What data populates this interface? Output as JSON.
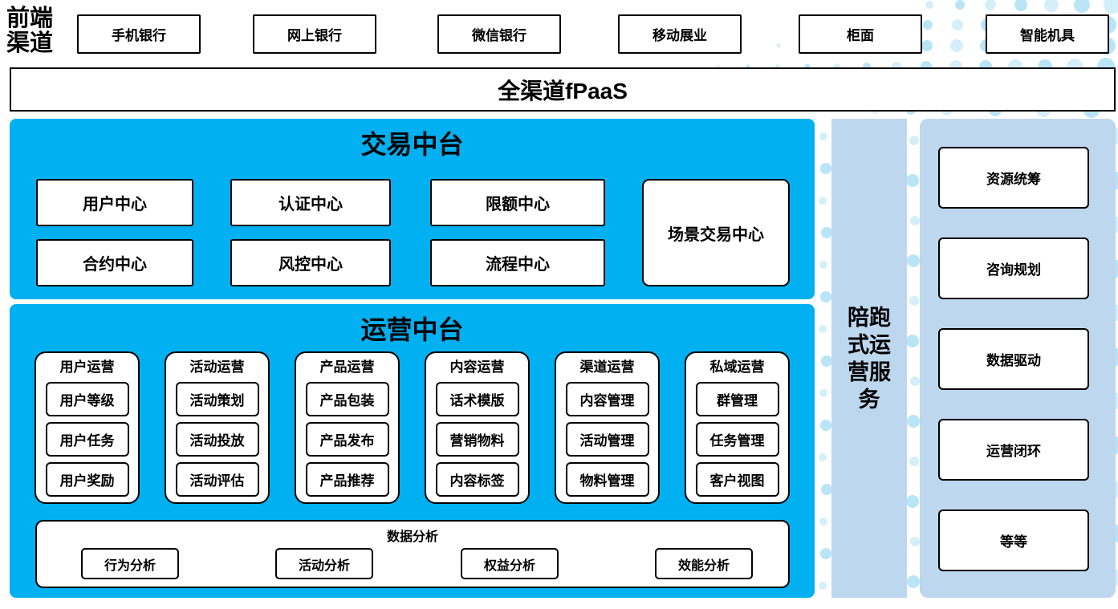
{
  "colors": {
    "platform_blue": "#00b0f0",
    "service_light_blue": "#bdd7ee",
    "dot_light": "#d5effa",
    "dot_medium": "#b9e5f7",
    "border": "#000000"
  },
  "front_channels": {
    "label_lines": [
      "前端",
      "渠道"
    ],
    "items": [
      "手机银行",
      "网上银行",
      "微信银行",
      "移动展业",
      "柜面",
      "智能机具"
    ]
  },
  "fpaas_bar": {
    "label": "全渠道fPaaS"
  },
  "trade_platform": {
    "title": "交易中台",
    "centers_row1": [
      "用户中心",
      "认证中心",
      "限额中心"
    ],
    "centers_row2": [
      "合约中心",
      "风控中心",
      "流程中心"
    ],
    "scene_center": "场景交易中心"
  },
  "ops_platform": {
    "title": "运营中台",
    "columns": [
      {
        "title": "用户运营",
        "items": [
          "用户等级",
          "用户任务",
          "用户奖励"
        ]
      },
      {
        "title": "活动运营",
        "items": [
          "活动策划",
          "活动投放",
          "活动评估"
        ]
      },
      {
        "title": "产品运营",
        "items": [
          "产品包装",
          "产品发布",
          "产品推荐"
        ]
      },
      {
        "title": "内容运营",
        "items": [
          "话术模版",
          "营销物料",
          "内容标签"
        ]
      },
      {
        "title": "渠道运营",
        "items": [
          "内容管理",
          "活动管理",
          "物料管理"
        ]
      },
      {
        "title": "私域运营",
        "items": [
          "群管理",
          "任务管理",
          "客户视图"
        ]
      }
    ],
    "data_analysis": {
      "title": "数据分析",
      "items": [
        "行为分析",
        "活动分析",
        "权益分析",
        "效能分析"
      ]
    }
  },
  "companion_bar": {
    "label_lines": [
      "陪跑",
      "式运",
      "营服",
      "务"
    ]
  },
  "service_panel": {
    "items": [
      "资源统筹",
      "咨询规划",
      "数据驱动",
      "运营闭环",
      "等等"
    ]
  }
}
